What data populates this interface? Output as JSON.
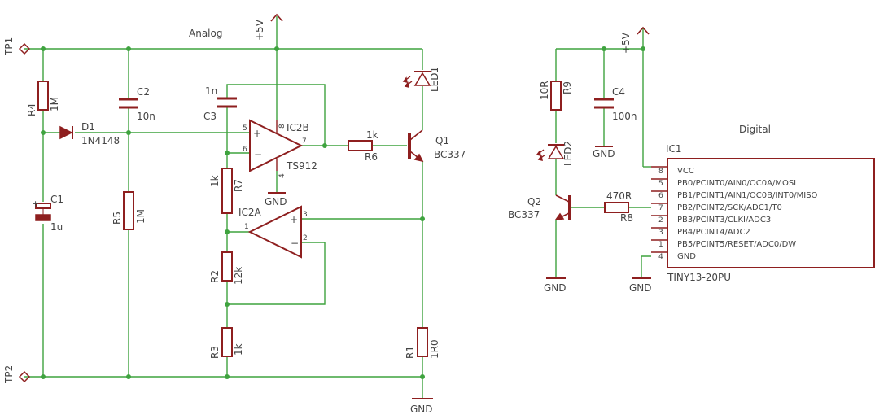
{
  "sections": {
    "analog": "Analog",
    "digital": "Digital"
  },
  "supply": {
    "vcc": "+5V",
    "gnd": "GND"
  },
  "test_points": {
    "tp1": "TP1",
    "tp2": "TP2"
  },
  "components": {
    "R4": {
      "ref": "R4",
      "value": "1M"
    },
    "C2": {
      "ref": "C2",
      "value": "10n"
    },
    "D1": {
      "ref": "D1",
      "value": "1N4148"
    },
    "C1": {
      "ref": "C1",
      "value": "1u"
    },
    "R5": {
      "ref": "R5",
      "value": "1M"
    },
    "C3": {
      "ref": "C3",
      "value": "1n"
    },
    "IC2B": {
      "ref": "IC2B",
      "value": "TS912"
    },
    "IC2A": {
      "ref": "IC2A"
    },
    "R7": {
      "ref": "R7",
      "value": "1k"
    },
    "R2": {
      "ref": "R2",
      "value": "12k"
    },
    "R3": {
      "ref": "R3",
      "value": "1k"
    },
    "R6": {
      "ref": "R6",
      "value": "1k"
    },
    "Q1": {
      "ref": "Q1",
      "value": "BC337"
    },
    "LED1": {
      "ref": "LED1"
    },
    "R1": {
      "ref": "R1",
      "value": "1R0"
    },
    "R9": {
      "ref": "R9",
      "value": "10R"
    },
    "C4": {
      "ref": "C4",
      "value": "100n"
    },
    "LED2": {
      "ref": "LED2"
    },
    "Q2": {
      "ref": "Q2",
      "value": "BC337"
    },
    "R8": {
      "ref": "R8",
      "value": "470R"
    },
    "IC1": {
      "ref": "IC1",
      "value": "TINY13-20PU"
    }
  },
  "opamp_pins": {
    "b_noninv": "5",
    "b_inv": "6",
    "b_out": "7",
    "b_vcc": "8",
    "b_gnd": "4",
    "a_out": "1",
    "a_noninv": "3",
    "a_inv": "2"
  },
  "mcu_pins": [
    {
      "num": "8",
      "name": "VCC"
    },
    {
      "num": "5",
      "name": "PB0/PCINT0/AIN0/OC0A/MOSI"
    },
    {
      "num": "6",
      "name": "PB1/PCINT1/AIN1/OC0B/INT0/MISO"
    },
    {
      "num": "7",
      "name": "PB2/PCINT2/SCK/ADC1/T0"
    },
    {
      "num": "2",
      "name": "PB3/PCINT3/CLKI/ADC3"
    },
    {
      "num": "3",
      "name": "PB4/PCINT4/ADC2"
    },
    {
      "num": "1",
      "name": "PB5/PCINT5/RESET/ADC0/DW"
    },
    {
      "num": "4",
      "name": "GND"
    }
  ],
  "colors": {
    "wire": "#3fa33f",
    "part": "#8e1f1f",
    "text": "#444444"
  }
}
